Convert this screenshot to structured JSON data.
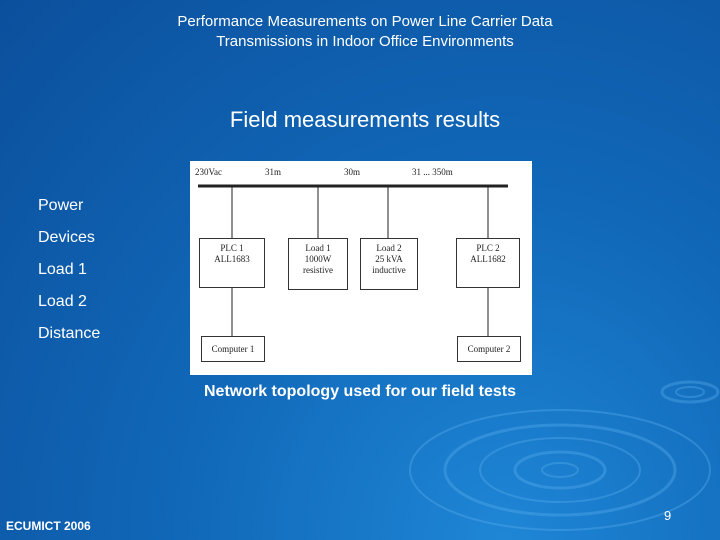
{
  "slide": {
    "title_line1": "Performance Measurements on Power Line Carrier Data",
    "title_line2": "Transmissions in Indoor Office Environments",
    "subtitle": "Field measurements results",
    "bullets": [
      "Power",
      "Devices",
      "Load 1",
      "Load 2",
      "Distance"
    ],
    "caption": "Network topology used for our field tests",
    "footer": "ECUMICT 2006",
    "page_number": "9"
  },
  "diagram": {
    "bus_labels": [
      "230Vac",
      "31m",
      "30m",
      "31 ... 350m"
    ],
    "nodes": [
      {
        "line1": "PLC 1",
        "line2": "ALL1683",
        "line3": ""
      },
      {
        "line1": "Load 1",
        "line2": "1000W",
        "line3": "resistive"
      },
      {
        "line1": "Load 2",
        "line2": "25 kVA",
        "line3": "inductive"
      },
      {
        "line1": "PLC 2",
        "line2": "ALL1682",
        "line3": ""
      }
    ],
    "computers": [
      "Computer 1",
      "Computer 2"
    ]
  },
  "colors": {
    "background_dark": "#0b4f9c",
    "background_light": "#1f86d6",
    "text": "#ffffff"
  }
}
